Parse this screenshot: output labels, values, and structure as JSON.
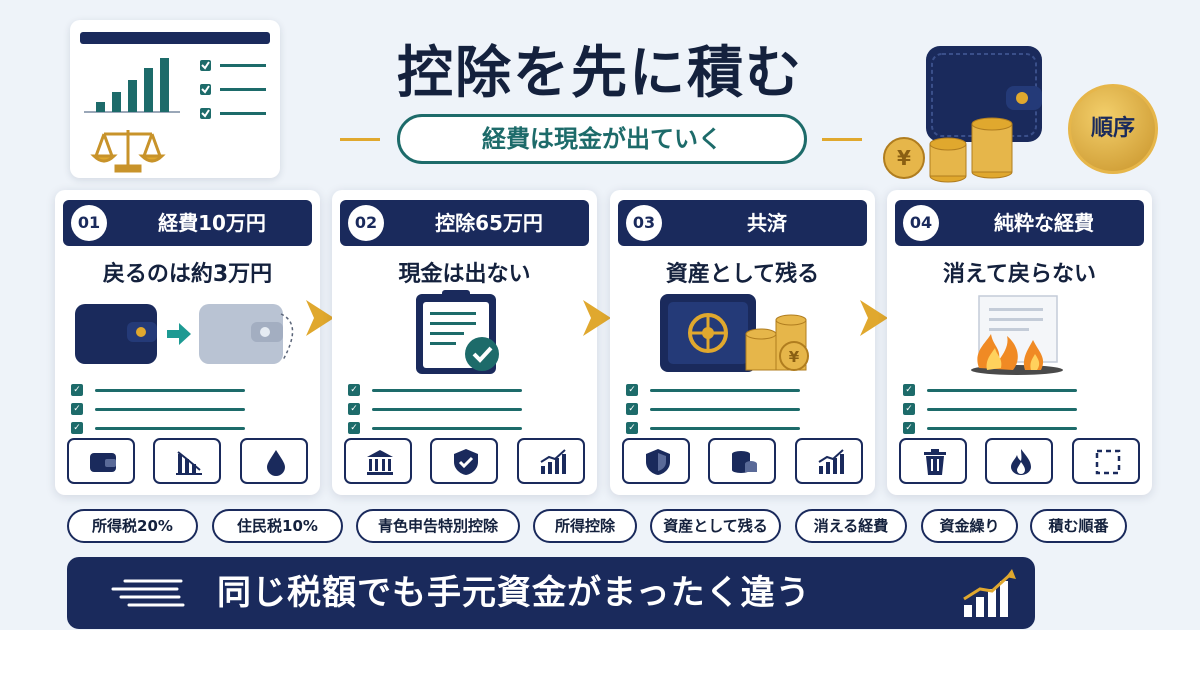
{
  "title": "控除を先に積む",
  "subtitle": "経費は現金が出ていく",
  "badge": "順序",
  "cards": [
    {
      "num": "01",
      "title": "経費10万円",
      "subtitle": "戻るのは約3万円",
      "illustration": "wallet-to-empty-wallet",
      "icons": [
        "wallet-icon",
        "declining-chart-icon",
        "drop-icon"
      ]
    },
    {
      "num": "02",
      "title": "控除65万円",
      "subtitle": "現金は出ない",
      "illustration": "clipboard-check",
      "icons": [
        "bank-icon",
        "shield-check-icon",
        "growth-chart-icon"
      ]
    },
    {
      "num": "03",
      "title": "共済",
      "subtitle": "資産として残る",
      "illustration": "safe-with-coins",
      "icons": [
        "shield-icon",
        "coins-icon",
        "growth-chart-icon"
      ]
    },
    {
      "num": "04",
      "title": "純粋な経費",
      "subtitle": "消えて戻らない",
      "illustration": "burning-receipt",
      "icons": [
        "trash-icon",
        "flame-icon",
        "dashed-square-icon"
      ]
    }
  ],
  "tags": [
    "所得税20%",
    "住民税10%",
    "青色申告特別控除",
    "所得控除",
    "資産として残る",
    "消える経費",
    "資金繰り",
    "積む順番"
  ],
  "banner": "同じ税額でも手元資金がまったく違う",
  "colors": {
    "navy": "#1a2a5c",
    "teal": "#1d6b6a",
    "gold": "#e0a82e",
    "background": "#eef3f9"
  }
}
